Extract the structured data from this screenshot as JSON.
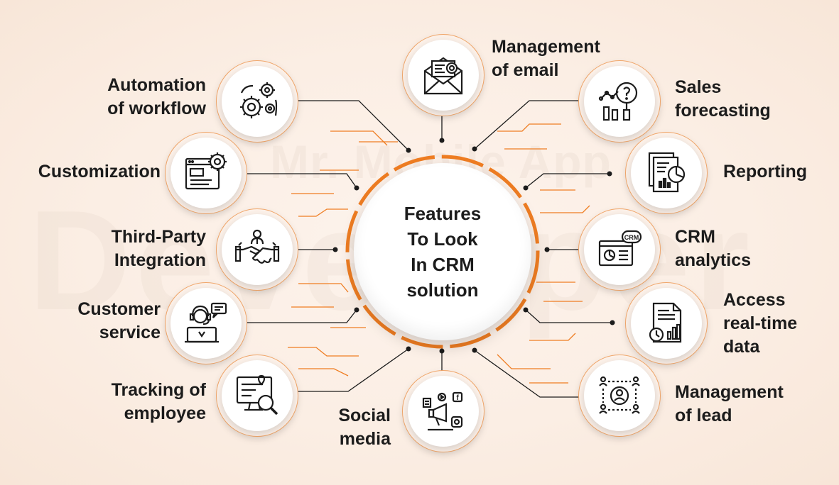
{
  "center": {
    "lines": [
      "Features",
      "To Look",
      "In CRM",
      "solution"
    ]
  },
  "watermark": {
    "line1": "Mr. Mobile App",
    "line2": "Developer"
  },
  "accent_color": "#ef7d22",
  "features": [
    {
      "id": "management-of-email",
      "icon": "envelope-icon",
      "lines": [
        "Management",
        "of email"
      ]
    },
    {
      "id": "sales-forecasting",
      "icon": "chart-question-icon",
      "lines": [
        "Sales",
        "forecasting"
      ]
    },
    {
      "id": "reporting",
      "icon": "report-pie-icon",
      "lines": [
        "Reporting"
      ]
    },
    {
      "id": "crm-analytics",
      "icon": "crm-dashboard-icon",
      "lines": [
        "CRM",
        "analytics"
      ]
    },
    {
      "id": "access-real-time-data",
      "icon": "realtime-document-icon",
      "lines": [
        "Access",
        "real-time",
        "data"
      ]
    },
    {
      "id": "management-of-lead",
      "icon": "lead-network-icon",
      "lines": [
        "Management",
        "of lead"
      ]
    },
    {
      "id": "social-media",
      "icon": "megaphone-social-icon",
      "lines": [
        "Social",
        "media"
      ]
    },
    {
      "id": "tracking-of-employee",
      "icon": "monitor-magnifier-icon",
      "lines": [
        "Tracking of",
        "employee"
      ]
    },
    {
      "id": "customer-service",
      "icon": "headset-agent-icon",
      "lines": [
        "Customer",
        "service"
      ]
    },
    {
      "id": "third-party-integration",
      "icon": "handshake-icon",
      "lines": [
        "Third-Party",
        "Integration"
      ]
    },
    {
      "id": "customization",
      "icon": "browser-gear-icon",
      "lines": [
        "Customization"
      ]
    },
    {
      "id": "automation-of-workflow",
      "icon": "gears-icon",
      "lines": [
        "Automation",
        "of workflow"
      ]
    }
  ]
}
